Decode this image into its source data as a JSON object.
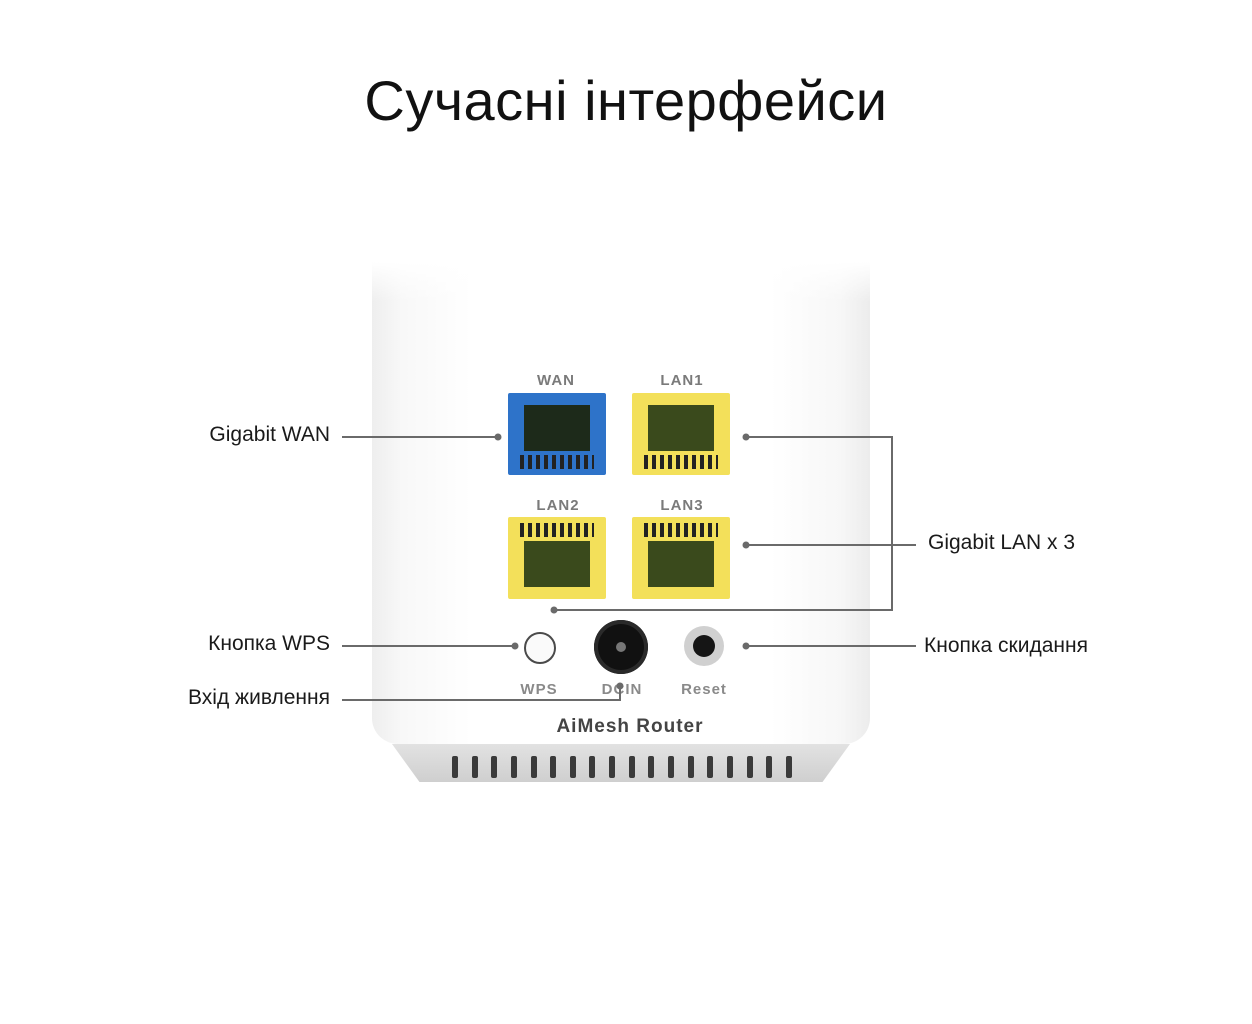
{
  "title": "Сучасні інтерфейси",
  "router": {
    "model_label": "AiMesh Router",
    "ports": {
      "wan": "WAN",
      "lan1": "LAN1",
      "lan2": "LAN2",
      "lan3": "LAN3"
    },
    "bottom_labels": {
      "wps": "WPS",
      "dcin": "DCIN",
      "reset": "Reset"
    }
  },
  "callouts": {
    "wan": "Gigabit WAN",
    "lan": "Gigabit LAN x 3",
    "wps": "Кнопка WPS",
    "power": "Вхід живлення",
    "reset": "Кнопка скидання"
  },
  "colors": {
    "wan_port": "#2e73c9",
    "lan_port": "#f3e05a",
    "line": "#6a6a6a"
  }
}
